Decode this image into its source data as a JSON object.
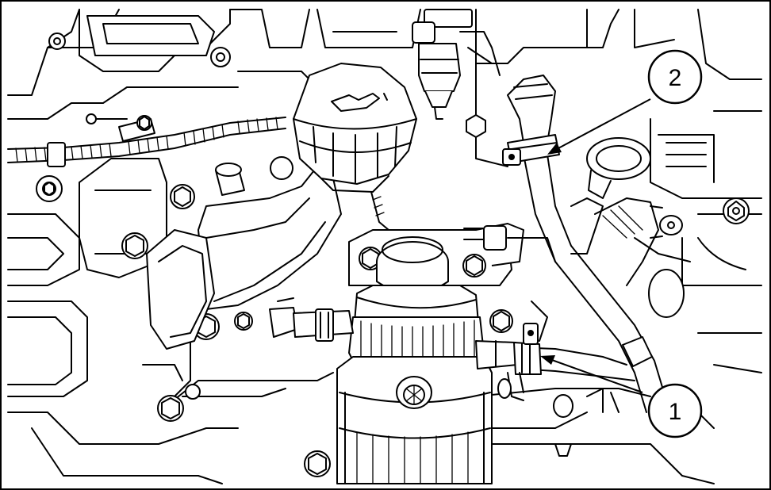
{
  "callouts": [
    {
      "number": "1",
      "label": "1"
    },
    {
      "number": "2",
      "label": "2"
    }
  ],
  "colors": {
    "ink": "#000000",
    "paper": "#ffffff"
  }
}
